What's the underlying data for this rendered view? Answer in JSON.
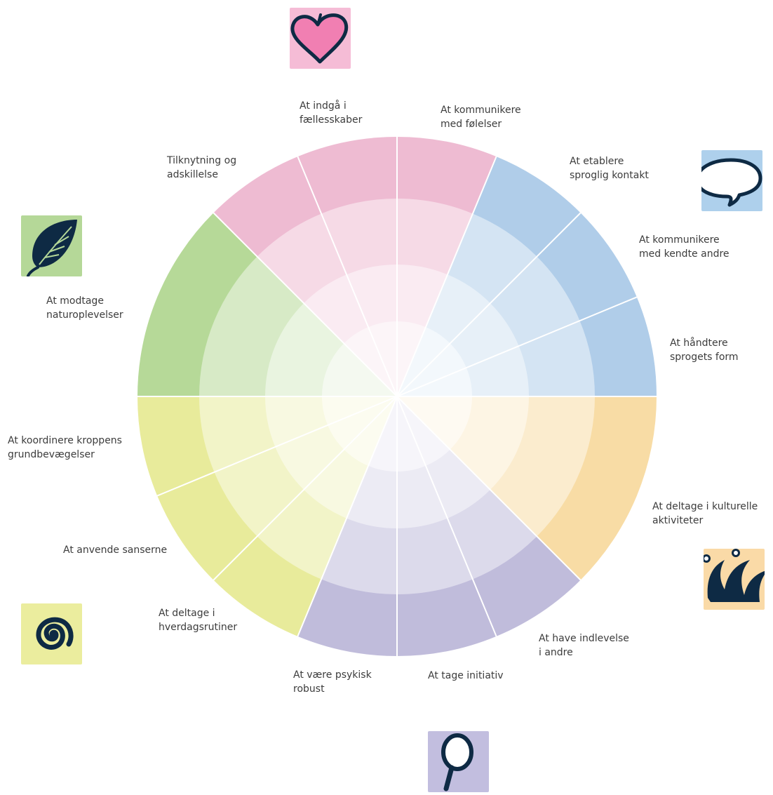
{
  "wheel": {
    "groups": [
      {
        "id": "communication",
        "color": "#b0cde9",
        "icon": "speech-bubble-icon",
        "segments": [
          {
            "id": "etablere",
            "label": "At etablere\nsproglig kontakt"
          },
          {
            "id": "kendte",
            "label": "At kommunikere\nmed kendte andre"
          },
          {
            "id": "haandtere",
            "label": "At håndtere\nsprogets form"
          }
        ]
      },
      {
        "id": "culture",
        "color": "#f8dca5",
        "icon": "jester-hat-icon",
        "segments": [
          {
            "id": "kulturelle",
            "label": "At deltage i kulturelle\naktiviteter"
          }
        ]
      },
      {
        "id": "self",
        "color": "#c0bcdb",
        "icon": "hand-mirror-icon",
        "segments": [
          {
            "id": "indlevelse",
            "label": "At have indlevelse\ni andre"
          },
          {
            "id": "initiativ",
            "label": "At tage initiativ"
          },
          {
            "id": "robust",
            "label": "At være psykisk\nrobust"
          }
        ]
      },
      {
        "id": "body",
        "color": "#e8eb9b",
        "icon": "spiral-icon",
        "segments": [
          {
            "id": "hverdag",
            "label": "At deltage i\nhverdagsrutiner"
          },
          {
            "id": "sanser",
            "label": "At anvende sanserne"
          },
          {
            "id": "koordinere",
            "label": "At koordinere kroppens\ngrundbevægelser"
          }
        ]
      },
      {
        "id": "nature",
        "color": "#b6d998",
        "icon": "leaf-icon",
        "segments": [
          {
            "id": "natur",
            "label": "At modtage\nnaturoplevelser"
          }
        ]
      },
      {
        "id": "relations",
        "color": "#eebbd2",
        "icon": "heart-icon",
        "segments": [
          {
            "id": "tilknytning",
            "label": "Tilknytning og\nadskillelse"
          },
          {
            "id": "faellesskaber",
            "label": "At indgå i\nfællesskaber"
          },
          {
            "id": "foelelser",
            "label": "At kommunikere\nmed følelser"
          }
        ]
      }
    ],
    "badge_colors": {
      "heart": "#f5bcd6",
      "speech": "#aed0ec",
      "leaf": "#b5d898",
      "jester": "#fadaa7",
      "spiral": "#ebed9e",
      "mirror": "#c2bedf"
    },
    "icon_color": "#0e2a44",
    "heart_fill": "#f17fb2"
  }
}
